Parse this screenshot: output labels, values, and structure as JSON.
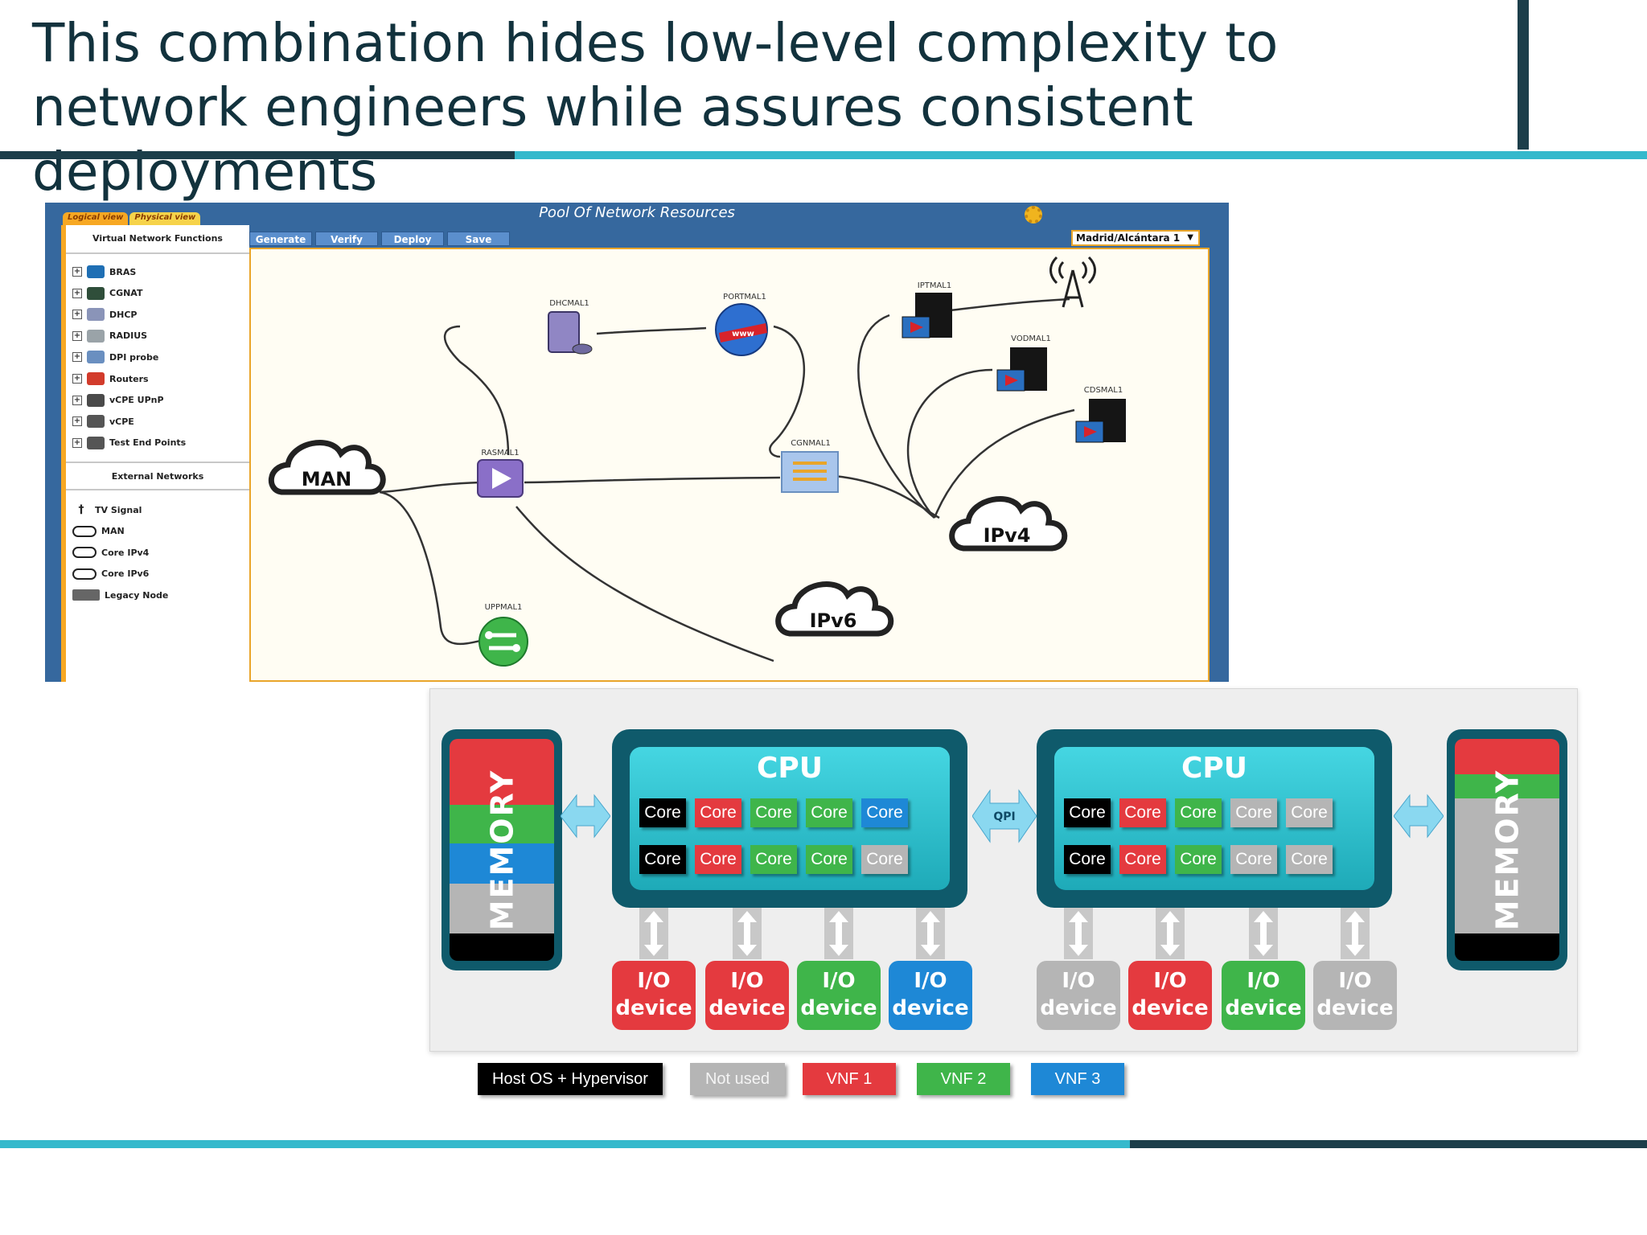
{
  "slide": {
    "title": "This combination hides low-level complexity to network engineers while assures consistent deployments"
  },
  "orchestrator": {
    "window_title": "Pool Of Network Resources",
    "side_tabs": [
      "Logical view",
      "Physical view"
    ],
    "vnf_heading": "Virtual Network Functions",
    "vnf_items": [
      {
        "label": "BRAS",
        "icon": "bras-icon",
        "color": "#1f6fb4"
      },
      {
        "label": "CGNAT",
        "icon": "cgnat-icon",
        "color": "#2f4e3a"
      },
      {
        "label": "DHCP",
        "icon": "dhcp-icon",
        "color": "#8a94b8"
      },
      {
        "label": "RADIUS",
        "icon": "radius-icon",
        "color": "#9aa3a8"
      },
      {
        "label": "DPI probe",
        "icon": "dpi-icon",
        "color": "#6a8fc0"
      },
      {
        "label": "Routers",
        "icon": "router-icon",
        "color": "#d23b2b"
      },
      {
        "label": "vCPE UPnP",
        "icon": "vcpe-upnp-icon",
        "color": "#4a4a4a"
      },
      {
        "label": "vCPE",
        "icon": "vcpe-icon",
        "color": "#555555"
      },
      {
        "label": "Test End Points",
        "icon": "test-endpoint-icon",
        "color": "#555555"
      }
    ],
    "ext_heading": "External Networks",
    "ext_items": [
      {
        "label": "TV Signal",
        "icon": "antenna-icon"
      },
      {
        "label": "MAN",
        "icon": "cloud-icon"
      },
      {
        "label": "Core IPv4",
        "icon": "cloud-icon"
      },
      {
        "label": "Core IPv6",
        "icon": "cloud-icon"
      },
      {
        "label": "Legacy Node",
        "icon": "legacy-node-icon"
      }
    ],
    "toolbar": [
      "Generate",
      "Verify",
      "Deploy",
      "Save"
    ],
    "site_select": "Madrid/Alcántara 1",
    "nodes": {
      "dhcp": "DHCMAL1",
      "portal": "PORTMAL1",
      "iptv": "IPTMAL1",
      "vod": "VODMAL1",
      "cds": "CDSMAL1",
      "cgnat": "CGNMAL1",
      "ras": "RASMAL1",
      "upp": "UPPMAL1",
      "portal_badge": "www"
    },
    "clouds": {
      "man": "MAN",
      "ipv4": "IPv4",
      "ipv6": "IPv6"
    }
  },
  "hardware": {
    "memory_label": "MEMORY",
    "cpu_label": "CPU",
    "core_label": "Core",
    "qpi_label": "QPI",
    "io_label_top": "I/O",
    "io_label_bottom": "device",
    "left_memory_segments": [
      "vnf1",
      "vnf2",
      "vnf3",
      "unused",
      "host"
    ],
    "right_memory_segments": [
      "vnf1",
      "vnf2",
      "unused",
      "host"
    ],
    "cpu_left_cores": [
      "host",
      "vnf1",
      "vnf2",
      "vnf2",
      "vnf3",
      "host",
      "vnf1",
      "vnf2",
      "vnf2",
      "unused"
    ],
    "cpu_right_cores": [
      "host",
      "vnf1",
      "vnf2",
      "unused",
      "unused",
      "host",
      "vnf1",
      "vnf2",
      "unused",
      "unused"
    ],
    "io_left": [
      "vnf1",
      "vnf1",
      "vnf2",
      "vnf3"
    ],
    "io_right": [
      "unused",
      "vnf1",
      "vnf2",
      "unused"
    ]
  },
  "legend": [
    {
      "key": "host",
      "label": "Host OS + Hypervisor"
    },
    {
      "key": "unused",
      "label": "Not used"
    },
    {
      "key": "vnf1",
      "label": "VNF 1"
    },
    {
      "key": "vnf2",
      "label": "VNF 2"
    },
    {
      "key": "vnf3",
      "label": "VNF 3"
    }
  ],
  "colors": {
    "host": "#000000",
    "unused": "#b5b5b5",
    "vnf1": "#e43a3f",
    "vnf2": "#3fb54a",
    "vnf3": "#1e88d6",
    "accent_dark": "#1c3e4a",
    "accent_light": "#35b9cc",
    "frame": "#0f5a6b"
  }
}
